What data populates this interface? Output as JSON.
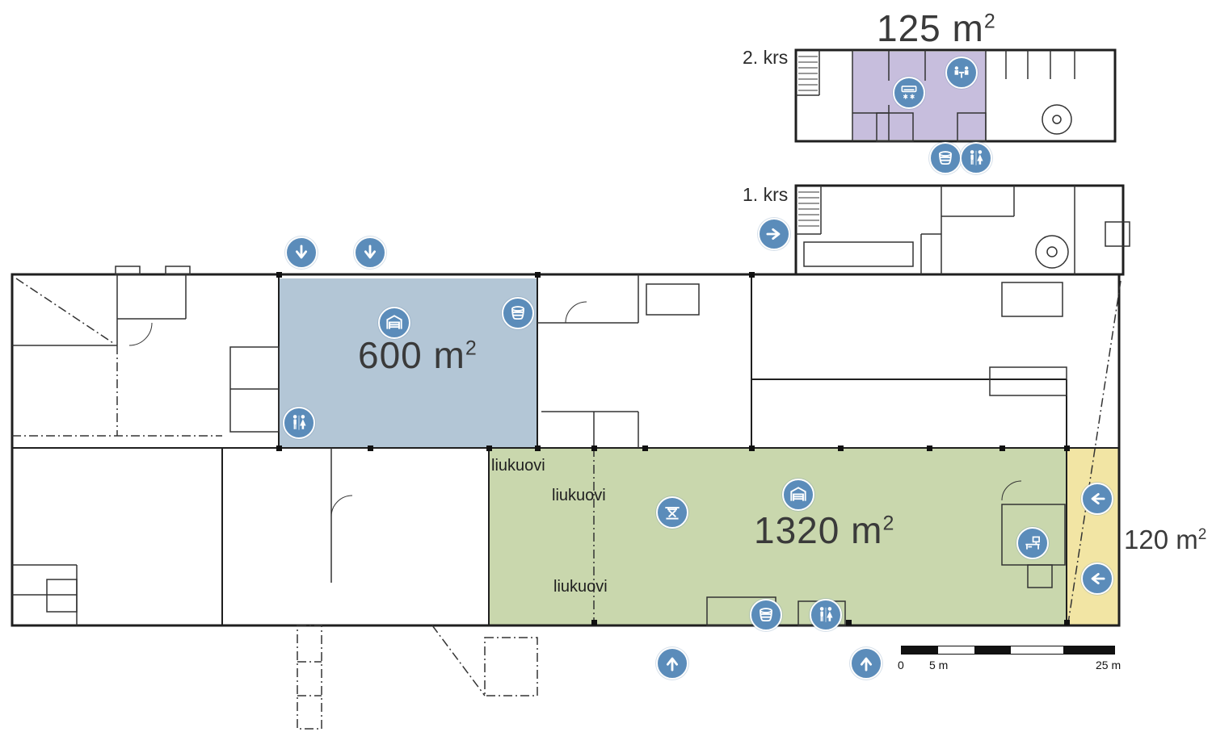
{
  "floors": {
    "second": {
      "label": "2. krs",
      "area_value": "125 m",
      "area_exp": "2"
    },
    "first": {
      "label": "1. krs"
    }
  },
  "zones": {
    "blue": {
      "area_value": "600 m",
      "area_exp": "2"
    },
    "green": {
      "area_value": "1320 m",
      "area_exp": "2"
    },
    "yellow": {
      "area_value": "120 m",
      "area_exp": "2"
    }
  },
  "annotations": {
    "liukuovi_top": "liukuovi",
    "liukuovi_mid": "liukuovi",
    "liukuovi_bottom": "liukuovi"
  },
  "scale_bar": {
    "label_start": "0",
    "label_mid": "5 m",
    "label_end": "25 m"
  },
  "colors": {
    "zone_blue": "#b3c6d6",
    "zone_green": "#c9d7ad",
    "zone_yellow": "#f2e5a4",
    "zone_purple": "#c7bedd",
    "icon_blue": "#5b8cba",
    "wall": "#1f1f1f"
  },
  "icons": {
    "entrance_arrow": "circle-arrow",
    "wc": "restroom-figures",
    "garage_door": "garage-door",
    "waste_container": "round-container",
    "work_table": "lift-table",
    "office_desk": "desk-with-monitor",
    "meeting_room": "people-at-table",
    "air_conditioning": "ac-unit-snowflakes"
  }
}
